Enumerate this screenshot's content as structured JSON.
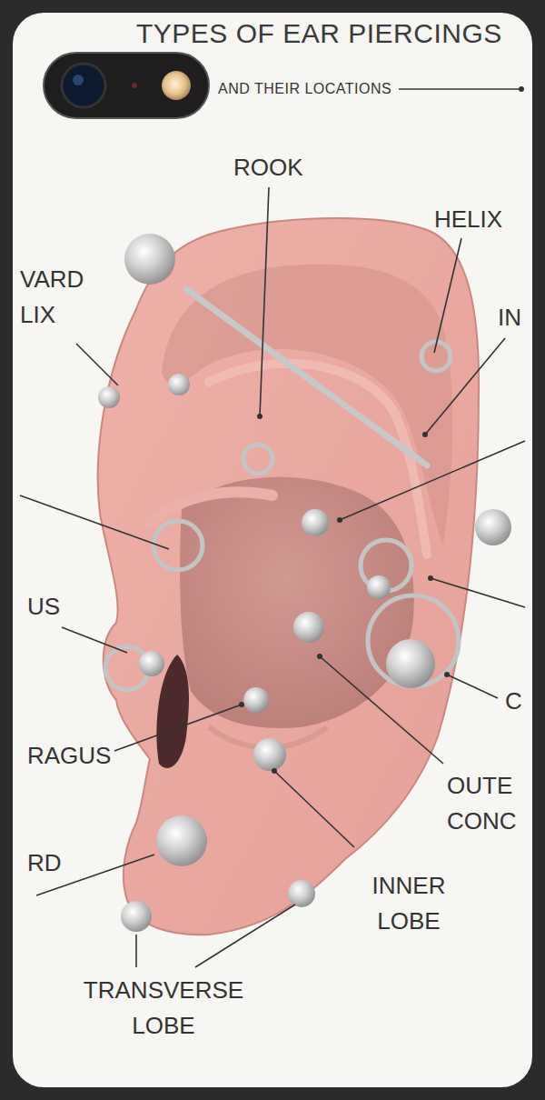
{
  "diagram": {
    "title": "TYPES OF EAR PIERCINGS",
    "labels": [
      "AND THEIR LOCATIONS",
      "ROOK",
      "HELIX",
      "VARD LIX",
      "IN",
      "US",
      "RAGUS",
      "OUTE CONC",
      "RD",
      "INNER LOBE",
      "C",
      "TRANSVERSE LOBE"
    ]
  }
}
